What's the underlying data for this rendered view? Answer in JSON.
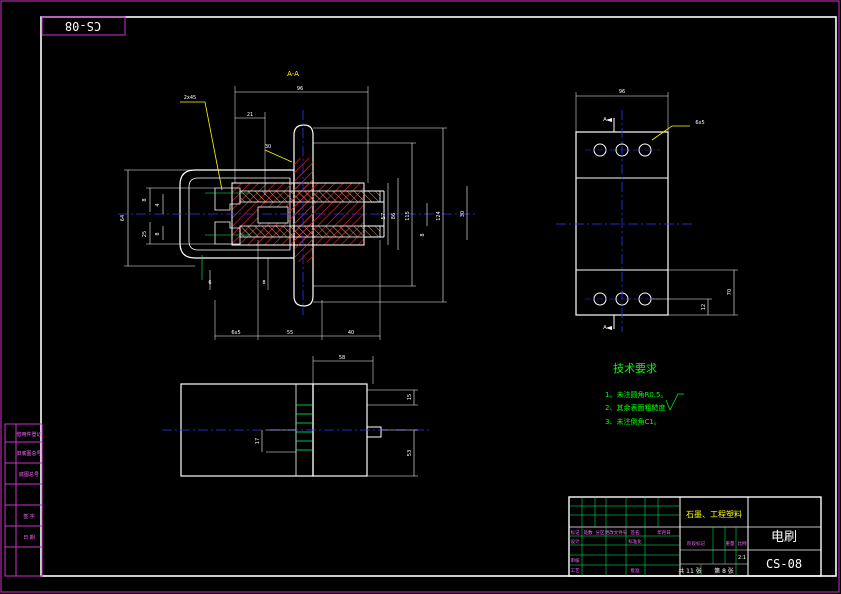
{
  "colors": {
    "background": "#000000",
    "frame": "#cc33cc",
    "outline": "#ffffff",
    "dimension": "#ffffff",
    "centerline": "#3333ff",
    "hatch_body": "#ff2222",
    "hatch_core": "#d9a46a",
    "leader": "#ffff00",
    "notes": "#00ff00",
    "hidden": "#00ff66",
    "dim_ext": "#ff3333"
  },
  "drawing_number_rotated": "CS-08",
  "section_label": "A-A",
  "view_marks": {
    "top": "A",
    "bottom": "A"
  },
  "dimensions": {
    "d96": "96",
    "d21": "21",
    "d55": "55",
    "d64": "64",
    "d8a": "8",
    "d4": "4",
    "d25": "25",
    "d8b": "8",
    "d30": "30",
    "d40": "40",
    "d8c": "8",
    "d57": "57",
    "d86": "86",
    "d115": "115",
    "d124": "124",
    "d6": "6",
    "d30b": "30",
    "d90": "90",
    "d2x45": "2x45",
    "d6x5": "6x5",
    "d70": "70",
    "d12": "12",
    "d58": "58",
    "d15": "15",
    "d17": "17",
    "d53": "53"
  },
  "notes": {
    "title": "技术要求",
    "items": [
      "1、未注圆角R0.5。",
      "2、其余表面粗糙度",
      "3、未注倒角C1。"
    ]
  },
  "title_block": {
    "material": "石墨、工程塑料",
    "part_name": "电刷",
    "drawing_code": "CS-08",
    "grid_labels": [
      "标记",
      "处数",
      "分区",
      "更改文件号",
      "签名",
      "年月日"
    ],
    "row_labels": [
      "设计",
      "审核",
      "工艺"
    ],
    "stage_label": "阶段标记",
    "weight_label": "重量",
    "scale_label": "比例",
    "scale_value": "2:1",
    "sheet_total": "共 11 张",
    "sheet_no": "第 8 张",
    "std_label": "标准化",
    "approve_label": "批准"
  },
  "left_strip": [
    "借用件登记",
    "旧底图总号",
    "底图总号",
    "签 字",
    "日 期"
  ]
}
